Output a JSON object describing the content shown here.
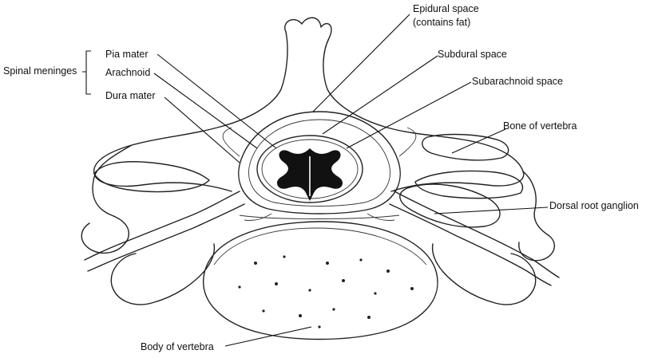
{
  "labels": {
    "group": "Spinal meninges",
    "pia_mater": "Pia mater",
    "arachnoid": "Arachnoid",
    "dura_mater": "Dura mater",
    "epidural_space_1": "Epidural space",
    "epidural_space_2": "(contains fat)",
    "subdural_space": "Subdural space",
    "subarachnoid_space": "Subarachnoid space",
    "bone_of_vertebra": "Bone of vertebra",
    "dorsal_root_ganglion": "Dorsal root ganglion",
    "body_of_vertebra": "Body of vertebra"
  }
}
